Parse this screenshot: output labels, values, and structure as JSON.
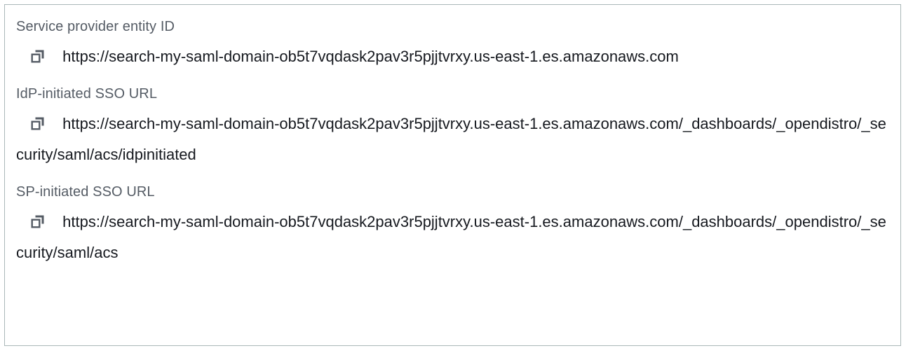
{
  "panel": {
    "border_color": "#aab7b8",
    "background_color": "#ffffff",
    "label_color": "#545b64",
    "value_color": "#16191f",
    "icon_color": "#545b64",
    "fields": [
      {
        "label": "Service provider entity ID",
        "value": "https://search-my-saml-domain-ob5t7vqdask2pav3r5pjjtvrxy.us-east-1.es.amazonaws.com",
        "copy_icon": "copy-icon"
      },
      {
        "label": "IdP-initiated SSO URL",
        "value": "https://search-my-saml-domain-ob5t7vqdask2pav3r5pjjtvrxy.us-east-1.es.amazonaws.com/_dashboards/_opendistro/_security/saml/acs/idpinitiated",
        "copy_icon": "copy-icon"
      },
      {
        "label": "SP-initiated SSO URL",
        "value": "https://search-my-saml-domain-ob5t7vqdask2pav3r5pjjtvrxy.us-east-1.es.amazonaws.com/_dashboards/_opendistro/_security/saml/acs",
        "copy_icon": "copy-icon"
      }
    ]
  }
}
